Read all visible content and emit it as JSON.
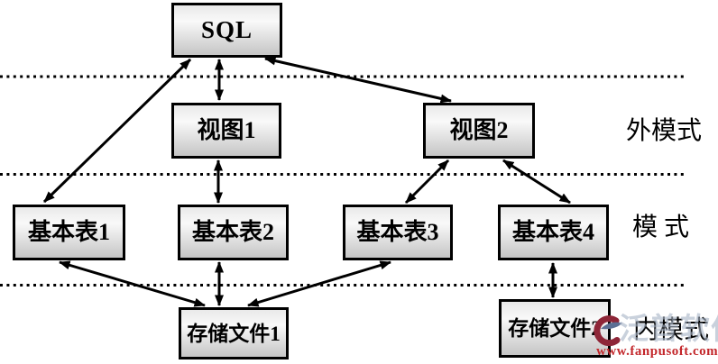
{
  "nodes": {
    "sql": {
      "label": "SQL"
    },
    "view1": {
      "label": "视图1"
    },
    "view2": {
      "label": "视图2"
    },
    "table1": {
      "label": "基本表1"
    },
    "table2": {
      "label": "基本表2"
    },
    "table3": {
      "label": "基本表3"
    },
    "table4": {
      "label": "基本表4"
    },
    "file1": {
      "label": "存储文件1"
    },
    "file2": {
      "label": "存储文件2"
    }
  },
  "layer_labels": {
    "external": "外模式",
    "schema": "模 式",
    "internal": "内模式"
  },
  "watermark": {
    "brand_text": "泛普软件",
    "url": "www.fanpusoft.com",
    "brand_color": "#a9b5c7",
    "url_color": "#c3272b",
    "logo_red": "#8e2638",
    "logo_blue": "#5c6f94"
  },
  "colors": {
    "line": "#000000",
    "box_border": "#000000",
    "box_fill_top": "#e9e9e9",
    "box_fill_bottom": "#c5c5c5",
    "background": "#ffffff"
  }
}
